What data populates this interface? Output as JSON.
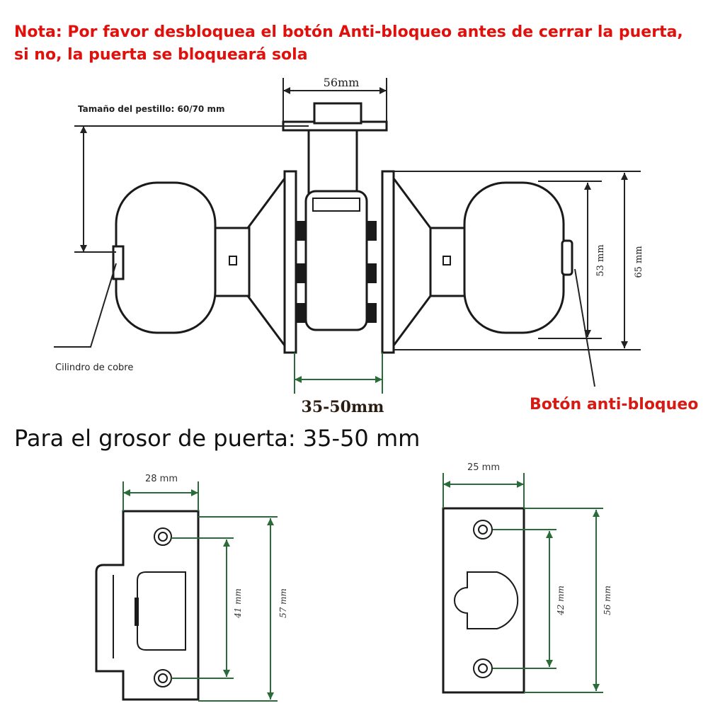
{
  "note": "Nota: Por favor desbloquea el botón Anti-bloqueo antes de cerrar la puerta, si no, la puerta se bloqueará sola",
  "subtitle": "Para el grosor de puerta: 35-50 mm",
  "main_diagram": {
    "top_width": "56mm",
    "latch_size": "Tamaño del pestillo: 60/70 mm",
    "cylinder_label": "Cilindro de cobre",
    "thickness": "35-50mm",
    "button_label": "Botón anti-bloqueo",
    "height_inner": "53 mm",
    "height_outer": "65 mm"
  },
  "strike_left": {
    "width": "28 mm",
    "hole_spacing": "41 mm",
    "height": "57 mm"
  },
  "strike_right": {
    "width": "25 mm",
    "hole_spacing": "42 mm",
    "height": "56 mm"
  },
  "colors": {
    "note_red": "#e0100c",
    "label_red": "#d61b14",
    "dimension_green": "#2a6b3a",
    "line_dark": "#1a1a1a"
  }
}
